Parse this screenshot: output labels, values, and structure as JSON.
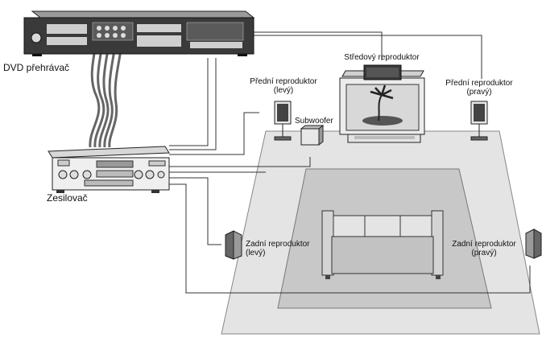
{
  "labels": {
    "dvd": "DVD přehrávač",
    "amp": "Zesilovač",
    "center": "Středový reproduktor",
    "front_left_1": "Přední reproduktor",
    "front_left_2": "(levý)",
    "front_right_1": "Přední reproduktor",
    "front_right_2": "(pravý)",
    "subwoofer": "Subwoofer",
    "rear_left_1": "Zadní reproduktor",
    "rear_left_2": "(levý)",
    "rear_right_1": "Zadní reproduktor",
    "rear_right_2": "(pravý)"
  },
  "icons": {
    "dvd": "dvd-player-icon",
    "amp": "amplifier-icon",
    "tv": "tv-icon",
    "center": "center-speaker-icon",
    "front_left": "speaker-icon",
    "front_right": "speaker-icon",
    "subwoofer": "subwoofer-icon",
    "rear_left": "speaker-icon",
    "rear_right": "speaker-icon",
    "sofa": "sofa-icon"
  },
  "colors": {
    "floor": "#e3e3e3",
    "rug": "#c6c6c6",
    "sofa": "#d0d0d0",
    "device_dark": "#3a3a3a",
    "line": "#333333"
  }
}
